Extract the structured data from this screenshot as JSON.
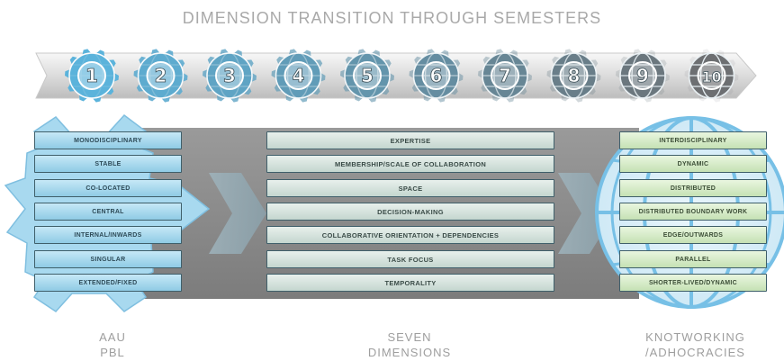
{
  "title": "DIMENSION TRANSITION THROUGH SEMESTERS",
  "semesters": [
    "1",
    "2",
    "3",
    "4",
    "5",
    "6",
    "7",
    "8",
    "9",
    "10"
  ],
  "left_items": [
    "MONODISCIPLINARY",
    "STABLE",
    "CO-LOCATED",
    "CENTRAL",
    "INTERNAL/INWARDS",
    "SINGULAR",
    "EXTENDED/FIXED"
  ],
  "middle_items": [
    "EXPERTISE",
    "MEMBERSHIP/SCALE OF COLLABORATION",
    "SPACE",
    "DECISION-MAKING",
    "COLLABORATIVE ORIENTATION + DEPENDENCIES",
    "TASK FOCUS",
    "TEMPORALITY"
  ],
  "right_items": [
    "INTERDISCIPLINARY",
    "DYNAMIC",
    "DISTRIBUTED",
    "DISTRIBUTED BOUNDARY WORK",
    "EDGE/OUTWARDS",
    "PARALLEL",
    "SHORTER-LIVED/DYNAMIC"
  ],
  "bottom_labels": {
    "left": "AAU\nPBL",
    "middle": "SEVEN\nDIMENSIONS",
    "right": "KNOTWORKING\n/ADHOCRACIES"
  },
  "colors": {
    "title": "#a9a9a9",
    "gear_light": "#5bb3db",
    "gear_dark": "#6d6f72",
    "globe_outline": "#77c0e6",
    "band": "#8a8a8a",
    "left_box": "#a8d9ef",
    "mid_box": "#d9e5e1",
    "right_box": "#d7ecc9"
  },
  "icons": [
    "gear-icon",
    "globe-icon",
    "cloud-shape"
  ]
}
